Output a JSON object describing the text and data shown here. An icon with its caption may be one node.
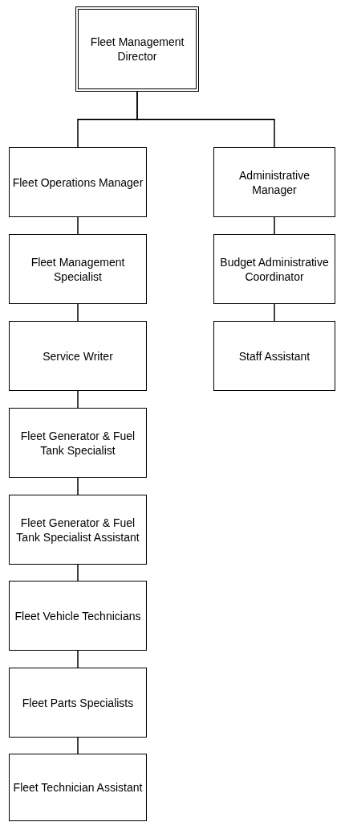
{
  "diagram": {
    "nodes": [
      {
        "text": [
          "Fleet Management Director"
        ]
      },
      {
        "text": [
          "Fleet Operations Manager"
        ]
      },
      {
        "text": [
          "Fleet Management Specialist"
        ]
      },
      {
        "text": [
          "Service Writer"
        ]
      },
      {
        "text": [
          "Fleet Generator & Fuel Tank Specialist"
        ]
      },
      {
        "text": [
          "Fleet Generator & Fuel Tank Specialist Assistant"
        ]
      },
      {
        "text": [
          "Fleet Vehicle Technicians"
        ]
      },
      {
        "text": [
          "Fleet Parts Specialists"
        ]
      },
      {
        "text": [
          "Fleet Technician Assistant"
        ]
      },
      {
        "text": [
          "Administrative Manager"
        ]
      },
      {
        "text": [
          "Budget Administrative Coordinator"
        ]
      },
      {
        "text": [
          "Staff Assistant"
        ]
      }
    ],
    "edges": [
      {
        "from": 0,
        "to": 1,
        "arrow": "none"
      },
      {
        "from": 0,
        "to": 9,
        "arrow": "none"
      },
      {
        "from": 1,
        "to": 2,
        "arrow": "none"
      },
      {
        "from": 2,
        "to": 3,
        "arrow": "none"
      },
      {
        "from": 3,
        "to": 4,
        "arrow": "none"
      },
      {
        "from": 4,
        "to": 5,
        "arrow": "none"
      },
      {
        "from": 5,
        "to": 6,
        "arrow": "none"
      },
      {
        "from": 6,
        "to": 7,
        "arrow": "none"
      },
      {
        "from": 7,
        "to": 8,
        "arrow": "none"
      },
      {
        "from": 9,
        "to": 10,
        "arrow": "none"
      },
      {
        "from": 10,
        "to": 11,
        "arrow": "none"
      }
    ]
  }
}
